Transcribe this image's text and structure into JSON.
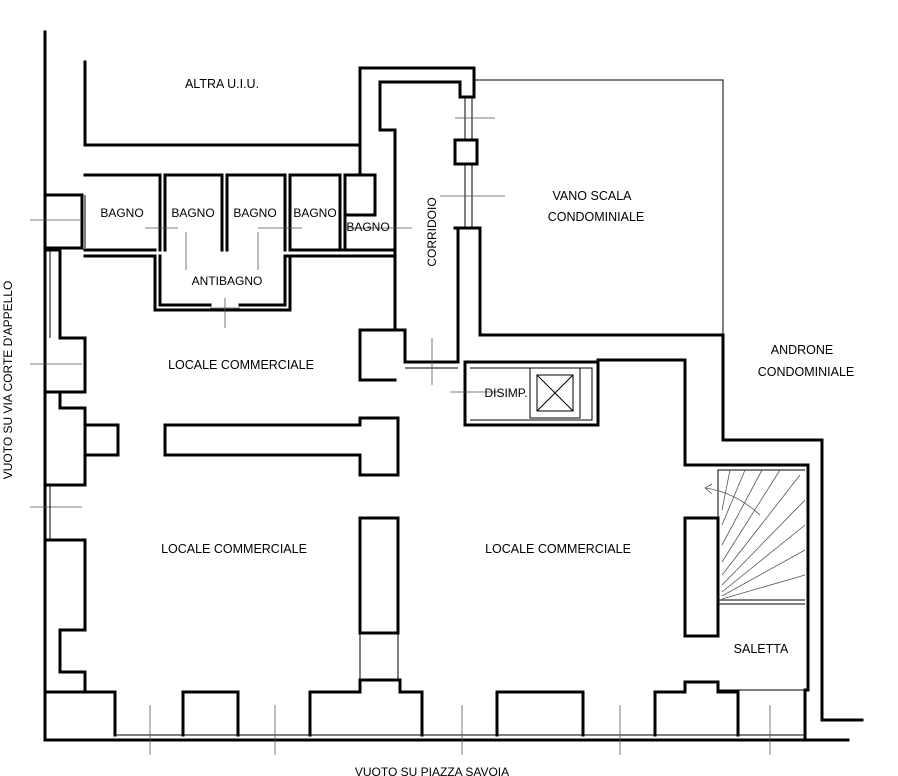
{
  "rooms": {
    "altra_uiu": "ALTRA U.I.U.",
    "bagno_1": "BAGNO",
    "bagno_2": "BAGNO",
    "bagno_3": "BAGNO",
    "bagno_4": "BAGNO",
    "bagno_5": "BAGNO",
    "antibagno": "ANTIBAGNO",
    "corridoio": "CORRIDOIO",
    "vano_scala_line1": "VANO SCALA",
    "vano_scala_line2": "CONDOMINIALE",
    "androne_line1": "ANDRONE",
    "androne_line2": "CONDOMINIALE",
    "disimp": "DISIMP.",
    "locale_commerciale_top": "LOCALE COMMERCIALE",
    "locale_commerciale_left": "LOCALE COMMERCIALE",
    "locale_commerciale_right": "LOCALE COMMERCIALE",
    "saletta": "SALETTA"
  },
  "surroundings": {
    "left_side": "VUOTO SU VIA CORTE D'APPELLO",
    "bottom_side": "VUOTO SU PIAZZA SAVOIA"
  }
}
